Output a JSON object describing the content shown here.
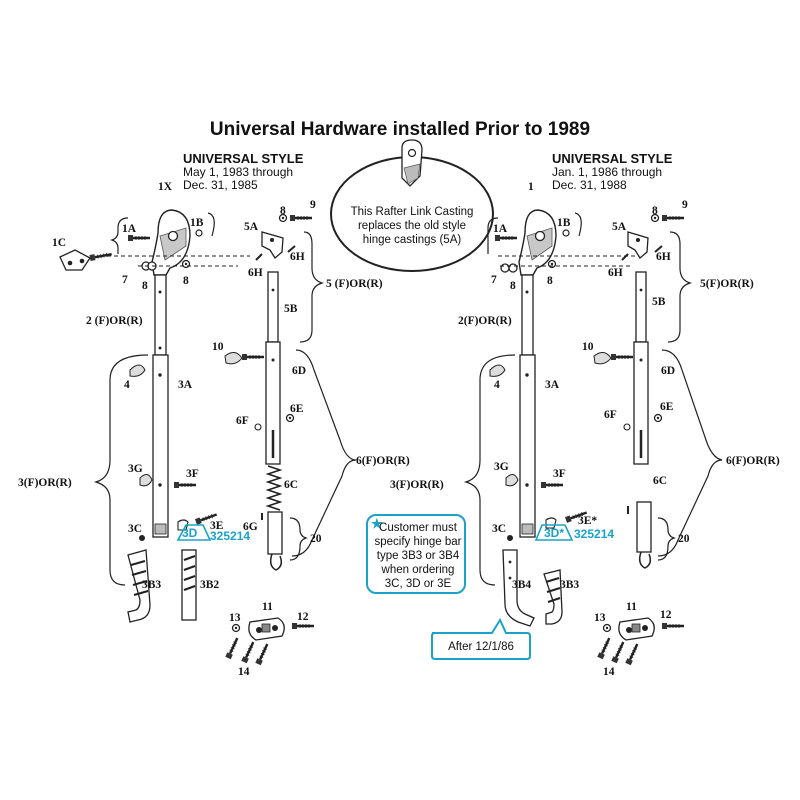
{
  "title": "Universal Hardware installed Prior to 1989",
  "left_header": {
    "style": "UNIVERSAL STYLE",
    "line1": "May 1, 1983  through",
    "line2": "Dec.  31, 1985"
  },
  "right_header": {
    "style": "UNIVERSAL STYLE",
    "line1": "Jan. 1, 1986  through",
    "line2": "Dec.  31, 1988"
  },
  "casting_note": {
    "l1": "This Rafter Link Casting",
    "l2": "replaces the old style",
    "l3": "hinge castings (5A)"
  },
  "customer_note": {
    "star": "★",
    "l1": "Customer must",
    "l2": "specify hinge bar",
    "l3": "type 3B3 or 3B4",
    "l4": "when ordering",
    "l5": "3C, 3D or 3E"
  },
  "after_note": "After 12/1/86",
  "left_labels": {
    "1X": "1X",
    "1A": "1A",
    "1B": "1B",
    "1C": "1C",
    "7": "7",
    "8a": "8",
    "8b": "8",
    "8c": "8",
    "9": "9",
    "5A": "5A",
    "6H1": "6H",
    "6H2": "6H",
    "5": "5 (F)OR(R)",
    "5B": "5B",
    "2": "2 (F)OR(R)",
    "10": "10",
    "6D": "6D",
    "4": "4",
    "3A": "3A",
    "6F": "6F",
    "6E": "6E",
    "6": "6(F)OR(R)",
    "3G": "3G",
    "3F": "3F",
    "3": "3(F)OR(R)",
    "6C": "6C",
    "3C": "3C",
    "3E": "3E",
    "6G": "6G",
    "3D": "3D",
    "pn": "325214",
    "20": "20",
    "3B3": "3B3",
    "3B2": "3B2",
    "11": "11",
    "13": "13",
    "12": "12",
    "14": "14"
  },
  "right_labels": {
    "1": "1",
    "1A": "1A",
    "1B": "1B",
    "7": "7",
    "8a": "8",
    "8b": "8",
    "8c": "8",
    "9": "9",
    "5A": "5A",
    "6H1": "6H",
    "6H2": "6H",
    "5": "5(F)OR(R)",
    "5B": "5B",
    "2": "2(F)OR(R)",
    "10": "10",
    "6D": "6D",
    "4": "4",
    "3A": "3A",
    "6F": "6F",
    "6E": "6E",
    "6": "6(F)OR(R)",
    "3G": "3G",
    "3F": "3F",
    "3": "3(F)OR(R)",
    "6C": "6C",
    "3C": "3C",
    "3E": "3E*",
    "3D": "3D*",
    "pn": "325214",
    "20": "20",
    "3B4": "3B4",
    "3B3": "3B3",
    "11": "11",
    "13": "13",
    "12": "12",
    "14": "14"
  },
  "colors": {
    "accent": "#1aa2c9",
    "ink": "#111111"
  }
}
